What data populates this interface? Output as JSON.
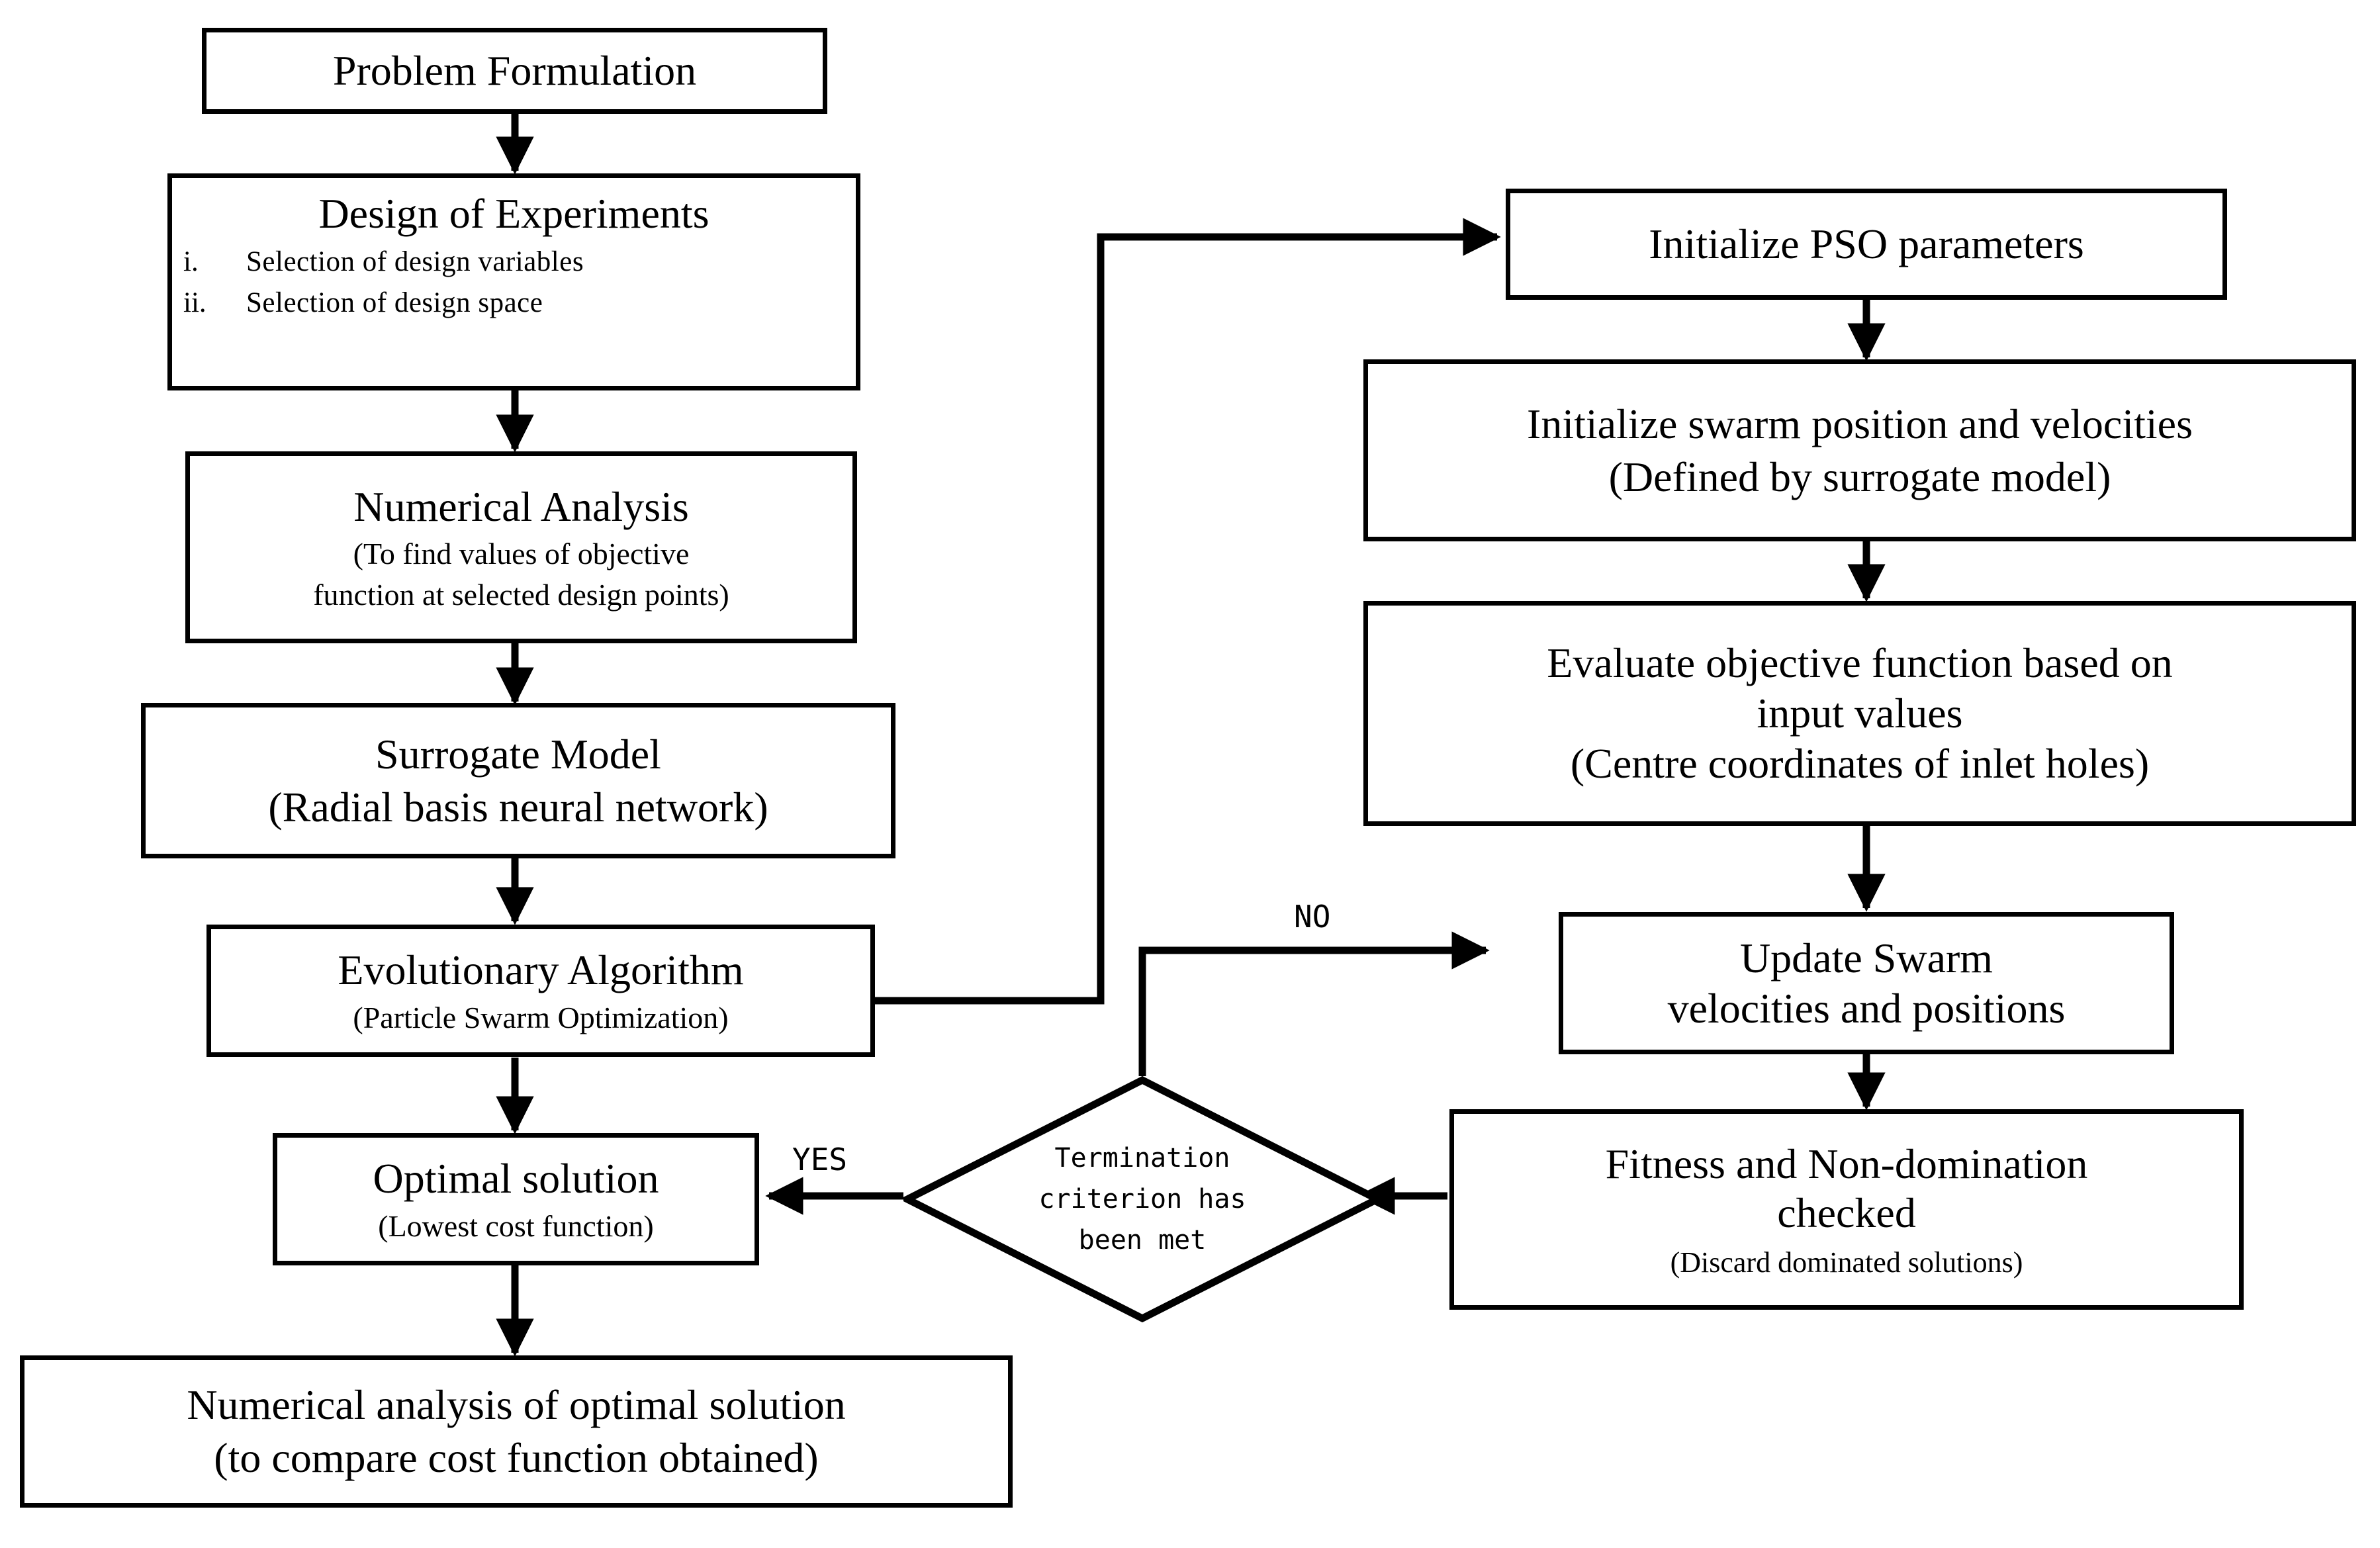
{
  "diagram": {
    "title": "Surrogate-based PSO optimization flowchart",
    "accent_color": "#000000",
    "background_color": "#ffffff"
  },
  "nodes": {
    "problem_formulation": {
      "main": "Problem Formulation"
    },
    "design_of_experiments": {
      "main": "Design of Experiments",
      "items": [
        {
          "num": "i.",
          "text": "Selection  of design  variables"
        },
        {
          "num": "ii.",
          "text": "Selection  of design  space"
        }
      ]
    },
    "numerical_analysis": {
      "main": "Numerical Analysis",
      "sub1": "(To find  values  of objective",
      "sub2": "function  at selected  design  points)"
    },
    "surrogate_model": {
      "main": "Surrogate Model",
      "sub": "(Radial basis neural network)"
    },
    "evolutionary_algorithm": {
      "main": "Evolutionary Algorithm",
      "sub": "(Particle  Swarm  Optimization)"
    },
    "optimal_solution": {
      "main": "Optimal solution",
      "sub": "(Lowest  cost function)"
    },
    "numerical_analysis_optimal": {
      "line1": "Numerical analysis of optimal solution",
      "line2": "(to compare cost function obtained)"
    },
    "initialize_pso": {
      "main": "Initialize PSO parameters"
    },
    "initialize_swarm": {
      "main": "Initialize swarm position and velocities",
      "sub": "(Defined by surrogate model)"
    },
    "evaluate_objective": {
      "main1": "Evaluate objective function based on",
      "main2": "input values",
      "sub": "(Centre coordinates of inlet holes)"
    },
    "update_swarm": {
      "main1": "Update Swarm",
      "main2": "velocities and positions"
    },
    "fitness_nondomination": {
      "main1": "Fitness and Non-domination",
      "main2": "checked",
      "sub": "(Discard  dominated  solutions)"
    },
    "termination_decision": {
      "line1": "Termination",
      "line2": "criterion has",
      "line3": "been met"
    }
  },
  "edge_labels": {
    "no": "NO",
    "yes": "YES"
  }
}
